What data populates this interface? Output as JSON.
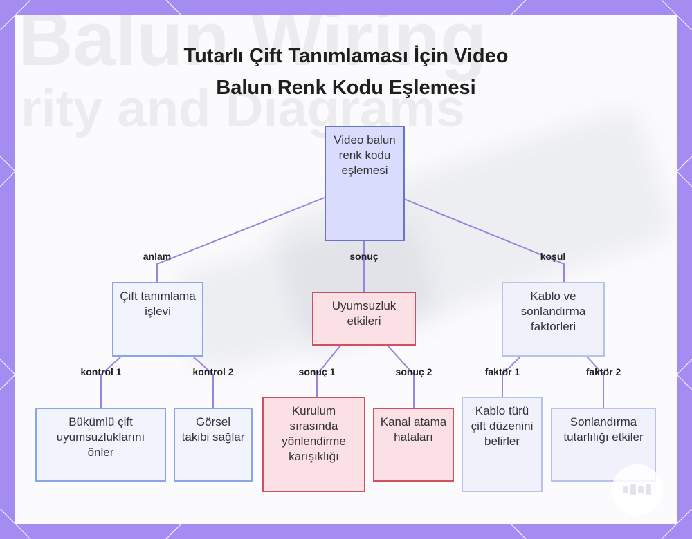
{
  "title": {
    "line1": "Tutarlı Çift Tanımlaması İçin Video",
    "line2": "Balun Renk Kodu Eşlemesi"
  },
  "watermark": {
    "line1": "Balun Wiring",
    "line2": "rity and Diagrams"
  },
  "nodes": {
    "root": "Video balun renk kodu eşlemesi",
    "pair_id": "Çift tanımlama işlevi",
    "mismatch": "Uyumsuzluk etkileri",
    "cable": "Kablo ve sonlandırma faktörleri",
    "twisted": "Bükümlü çift uyumsuzluklarını önler",
    "visual": "Görsel takibi sağlar",
    "install": "Kurulum sırasında yönlendirme karışıklığı",
    "channel": "Kanal atama hataları",
    "cable_type": "Kablo türü çift düzenini belirler",
    "termination": "Sonlandırma tutarlılığı etkiler"
  },
  "edges": {
    "anlam": "anlam",
    "sonuc": "sonuç",
    "kosul": "koşul",
    "kontrol1": "kontrol 1",
    "kontrol2": "kontrol 2",
    "sonuc1": "sonuç 1",
    "sonuc2": "sonuç 2",
    "faktor1": "faktör 1",
    "faktor2": "faktör 2"
  },
  "colors": {
    "frame": "#a48cf0",
    "edge": "#9b84e0",
    "root_fill": "#d9dcfc",
    "blue_fill": "#f2f4fd",
    "red_fill": "#fbe0e5",
    "red_border": "#d05060"
  }
}
